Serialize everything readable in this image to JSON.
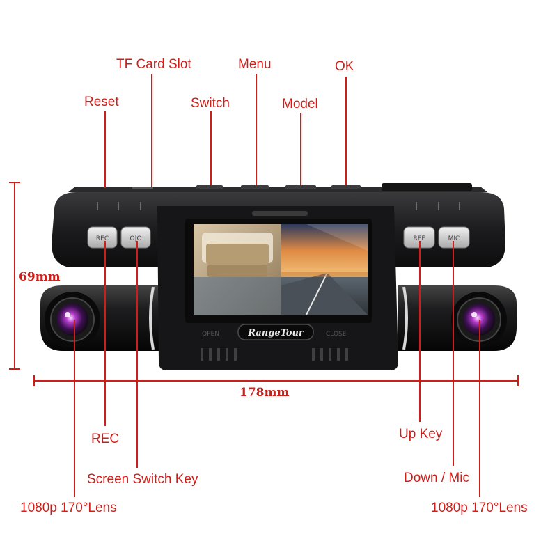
{
  "labels": {
    "tf_card_slot": "TF Card Slot",
    "menu": "Menu",
    "ok": "OK",
    "reset": "Reset",
    "switch": "Switch",
    "model": "Model",
    "rec": "REC",
    "screen_switch_key": "Screen Switch Key",
    "lens_left": "1080p 170°Lens",
    "up_key": "Up Key",
    "down_mic": "Down / Mic",
    "lens_right": "1080p 170°Lens"
  },
  "dimensions": {
    "height": "69mm",
    "width": "178mm"
  },
  "device": {
    "brand": "RangeTour",
    "btn_rec": "REC",
    "btn_screen": "O|O",
    "btn_up": "REF",
    "btn_down": "MIC",
    "open_label": "OPEN",
    "close_label": "CLOSE"
  },
  "colors": {
    "accent": "#cc1f1a",
    "body": "#1b1b1d"
  }
}
